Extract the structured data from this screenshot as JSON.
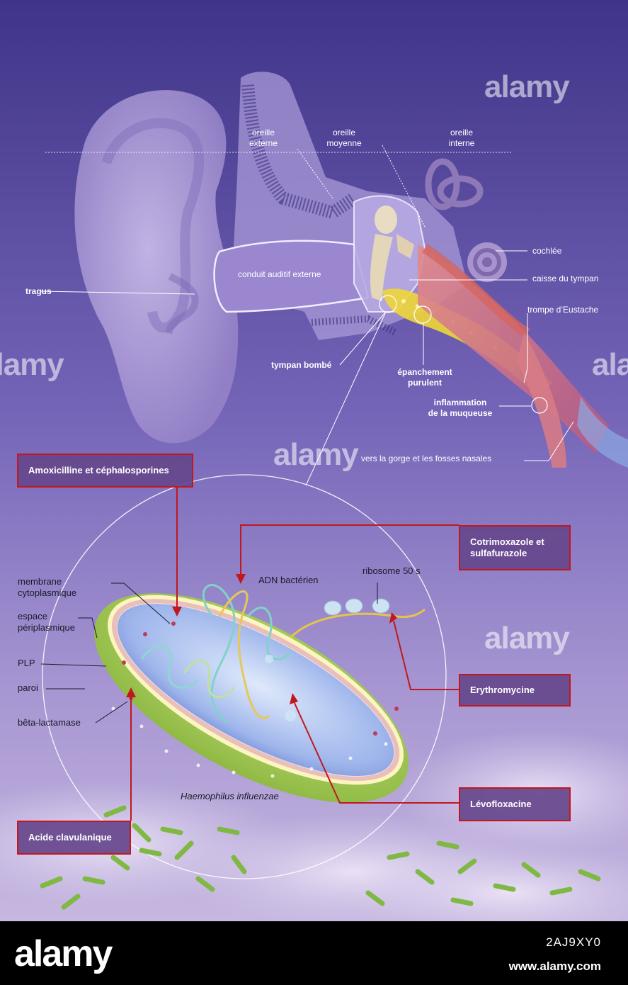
{
  "colors": {
    "bg_top": "#4a3d92",
    "bg_mid": "#8a78c4",
    "bg_bottom": "#b9a9d8",
    "drug_border": "#c0181e",
    "drug_fill": "#66468c",
    "bacteria_green": "#8fc241",
    "ear_skin": "#b9a7dd"
  },
  "watermark": "alamy",
  "ear_labels": {
    "oreille_externe": "oreille\nexterne",
    "oreille_moyenne": "oreille\nmoyenne",
    "oreille_interne": "oreille\ninterne",
    "cochlee": "cochlée",
    "caisse_du_tympan": "caisse du tympan",
    "trompe": "trompe d’Eustache",
    "conduit": "conduit auditif externe",
    "tragus": "tragus",
    "tympan_bombe": "tympan bombé",
    "epanchement": "épanchement\npurulent",
    "inflammation": "inflammation\nde la muqueuse",
    "vers_gorge": "vers la gorge et les fosses nasales"
  },
  "bacteria_labels": {
    "membrane": "membrane\ncytoplasmique",
    "espace": "espace\npériplasmique",
    "plp": "PLP",
    "paroi": "paroi",
    "beta": "bêta-lactamase",
    "adn": "ADN bactérien",
    "ribosome": "ribosome 50 s",
    "species": "Haemophilus influenzae"
  },
  "drugs": {
    "amox": "Amoxicilline et céphalosporines",
    "cotri": "Cotrimoxazole et sulfafurazole",
    "erythro": "Erythromycine",
    "levo": "Lévofloxacine",
    "acide": "Acide clavulanique"
  },
  "footer": {
    "logo": "alamy",
    "image_id": "2AJ9XY0",
    "url": "www.alamy.com"
  }
}
